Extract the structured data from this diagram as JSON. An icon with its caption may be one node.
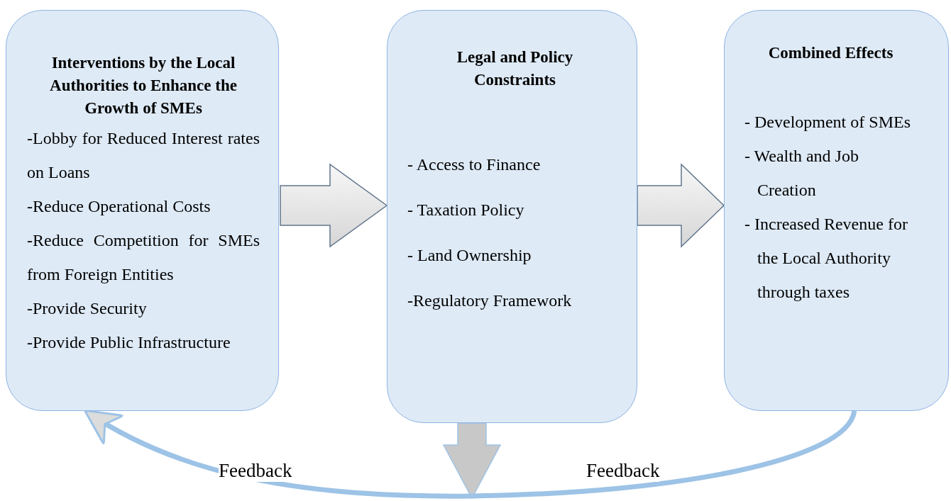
{
  "diagram": {
    "nodes": [
      {
        "text": [
          "Interventions by the Local Authorities to Enhance the Growth of SMEs",
          "-Lobby for Reduced Interest rates on Loans",
          "-Reduce Operational Costs",
          "-Reduce Competition for SMEs from Foreign Entities",
          "-Provide Security",
          "-Provide Public Infrastructure"
        ]
      },
      {
        "text": [
          "Legal and Policy Constraints",
          "- Access to Finance",
          "- Taxation Policy",
          "- Land Ownership",
          "-Regulatory Framework"
        ]
      },
      {
        "text": [
          "Combined Effects",
          "- Development of SMEs",
          "- Wealth and Job Creation",
          "- Increased Revenue for the Local Authority through taxes"
        ]
      }
    ],
    "edges": [
      {
        "from": 0,
        "to": 1,
        "arrow": "to"
      },
      {
        "from": 1,
        "to": 2,
        "arrow": "to"
      },
      {
        "from": 1,
        "to": null,
        "arrow": "to"
      },
      {
        "from": 2,
        "to": 0,
        "arrow": "to",
        "label": "Feedback",
        "color": "#9dc3e6"
      }
    ],
    "labels": [
      "Feedback"
    ]
  }
}
